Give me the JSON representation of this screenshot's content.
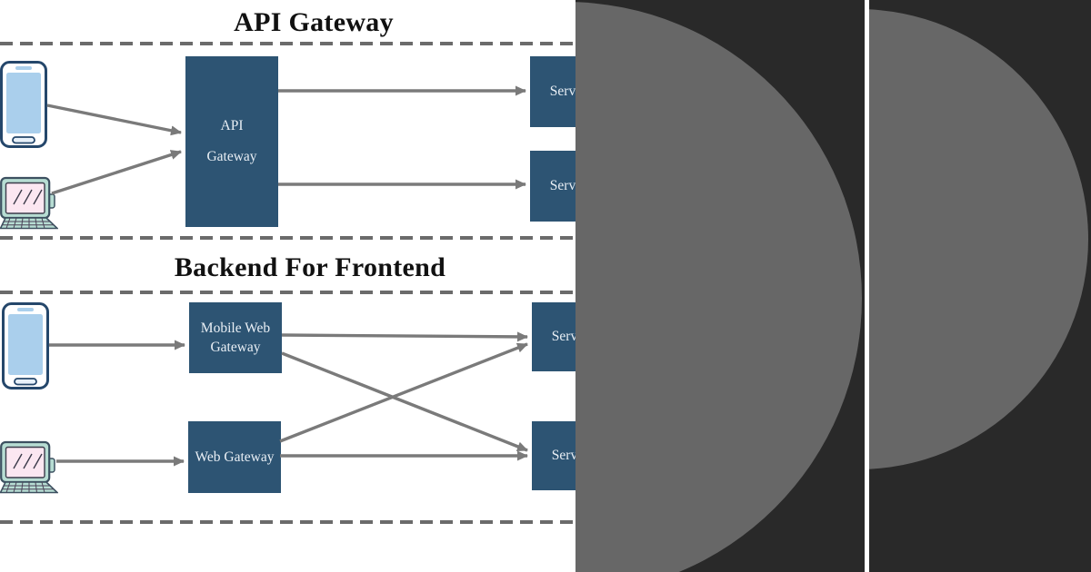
{
  "colors": {
    "box_fill": "#2d5473",
    "box_text": "#e9eff5",
    "arrow": "#7a7a7a",
    "dashed_line": "#6b6b6b",
    "panel_bg": "#292929",
    "panel_circle": "#676767",
    "phone_screen": "#aacfec",
    "phone_border": "#25476b",
    "laptop_body": "#b7ddd3",
    "laptop_screen": "#fbe7f1",
    "title_text": "#111111"
  },
  "icons": {
    "mobile_client": "smartphone-icon",
    "desktop_client": "laptop-icon"
  },
  "sections": {
    "api_gateway": {
      "title": "API Gateway",
      "gateway_box": {
        "line1": "API",
        "line2": "Gateway"
      },
      "service_top": "Serv",
      "service_bottom": "Serv"
    },
    "bff": {
      "title": "Backend For Frontend",
      "mobile_gateway_box": {
        "line1": "Mobile Web",
        "line2": "Gateway"
      },
      "web_gateway_box": "Web Gateway",
      "service_top": "Serv",
      "service_bottom": "Serv"
    }
  }
}
